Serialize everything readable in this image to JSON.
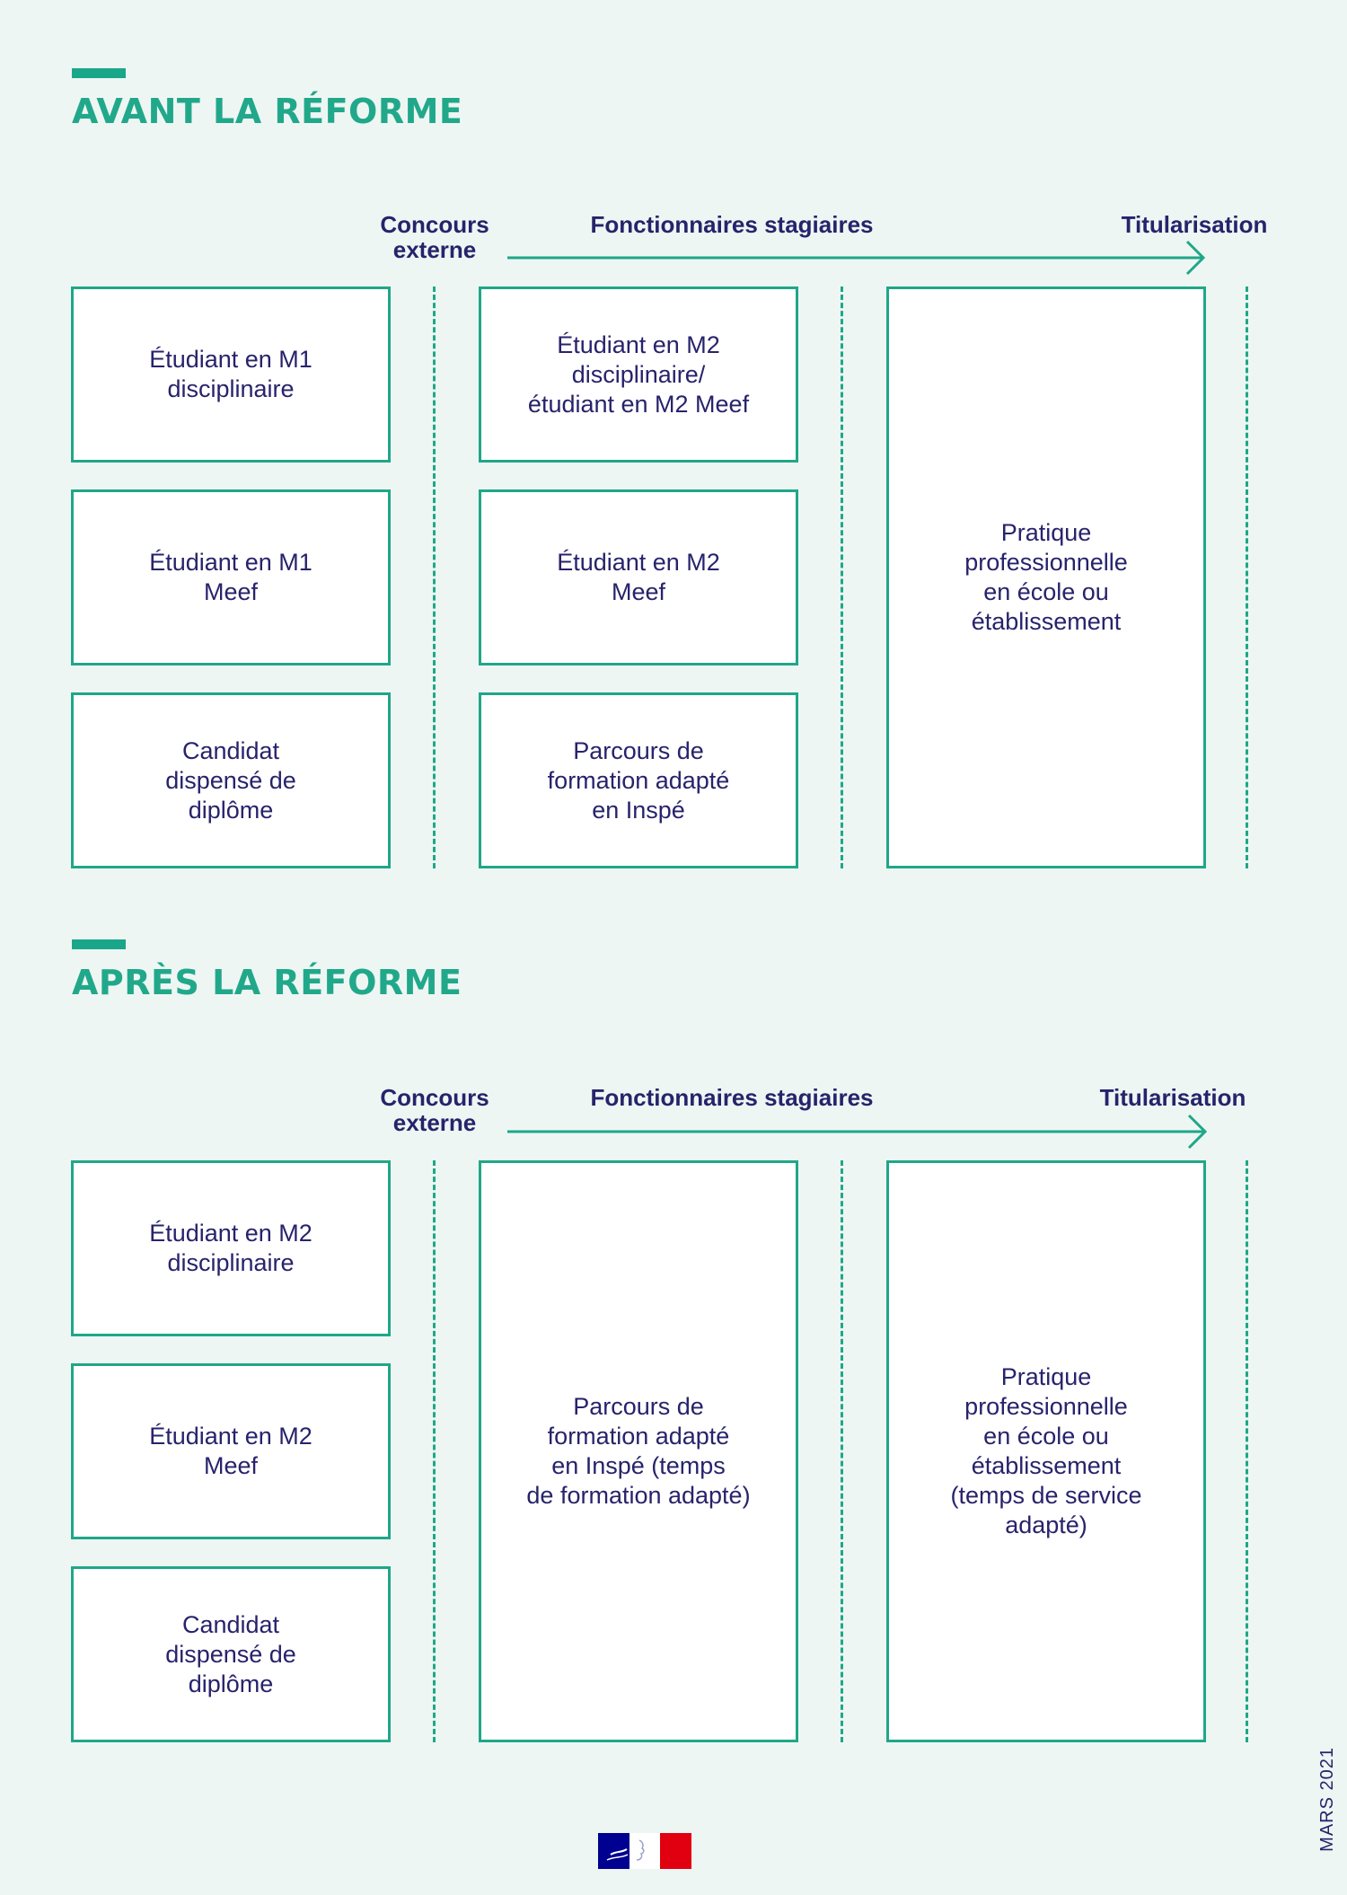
{
  "before": {
    "title": "AVANT LA RÉFORME",
    "headers": {
      "concours": "Concours\nexterne",
      "stagiaires": "Fonctionnaires stagiaires",
      "titularisation": "Titularisation"
    },
    "col1": [
      "Étudiant en M1\ndisciplinaire",
      "Étudiant en M1\nMeef",
      "Candidat\ndispensé de\ndiplôme"
    ],
    "col2": [
      "Étudiant en M2\ndisciplinaire/\nétudiant en M2 Meef",
      "Étudiant en M2\nMeef",
      "Parcours de\nformation adapté\nen Inspé"
    ],
    "col3": "Pratique\nprofessionnelle\nen école ou\nétablissement"
  },
  "after": {
    "title": "APRÈS LA RÉFORME",
    "headers": {
      "concours": "Concours\nexterne",
      "stagiaires": "Fonctionnaires stagiaires",
      "titularisation": "Titularisation"
    },
    "col1": [
      "Étudiant en M2\ndisciplinaire",
      "Étudiant en M2\nMeef",
      "Candidat\ndispensé de\ndiplôme"
    ],
    "col2": "Parcours de\nformation adapté\nen Inspé (temps\nde formation adapté)",
    "col3": "Pratique\nprofessionnelle\nen école ou\nétablissement\n(temps de service\nadapté)"
  },
  "footer": {
    "date": "MARS 2021"
  },
  "colors": {
    "green": "#1fa788",
    "navy": "#27236b",
    "background": "#eef6f3",
    "flag_blue": "#000091",
    "flag_red": "#e1000f"
  }
}
